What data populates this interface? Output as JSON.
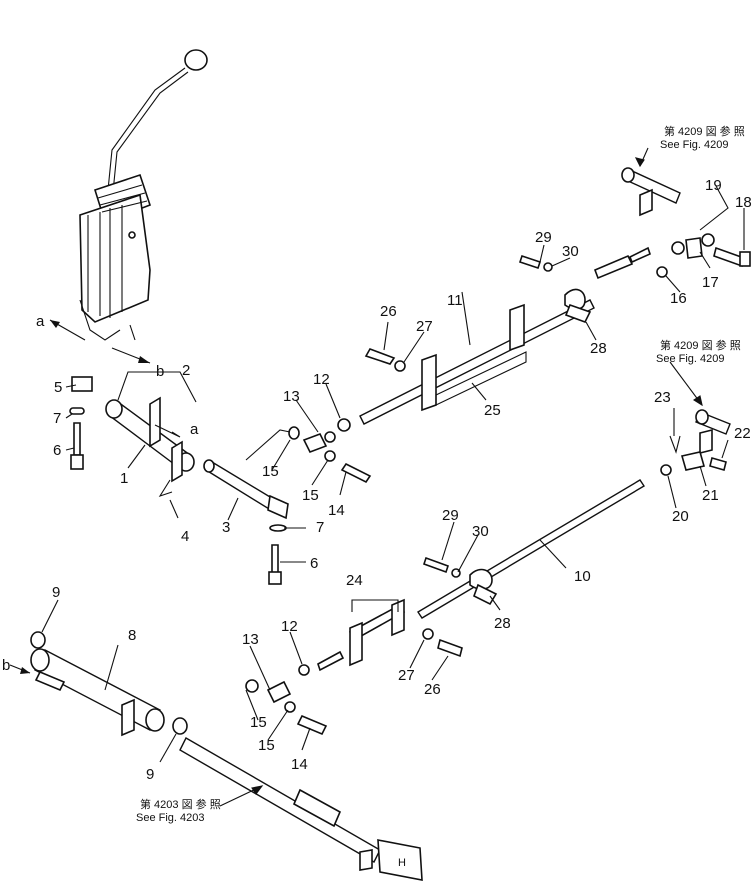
{
  "figure": {
    "callouts": [
      "1",
      "2",
      "3",
      "4",
      "5",
      "6",
      "7",
      "8",
      "9",
      "10",
      "11",
      "12",
      "13",
      "14",
      "15",
      "16",
      "17",
      "18",
      "19",
      "20",
      "21",
      "22",
      "23",
      "24",
      "25",
      "26",
      "27",
      "28",
      "29",
      "30"
    ],
    "view_labels": [
      "a",
      "b"
    ],
    "references": [
      {
        "jp": "第 4209 図 参 照",
        "en": "See Fig. 4209"
      },
      {
        "jp": "第 4209 図 参 照",
        "en": "See Fig. 4209"
      },
      {
        "jp": "第 4203 図 参 照",
        "en": "See Fig. 4203"
      }
    ]
  }
}
